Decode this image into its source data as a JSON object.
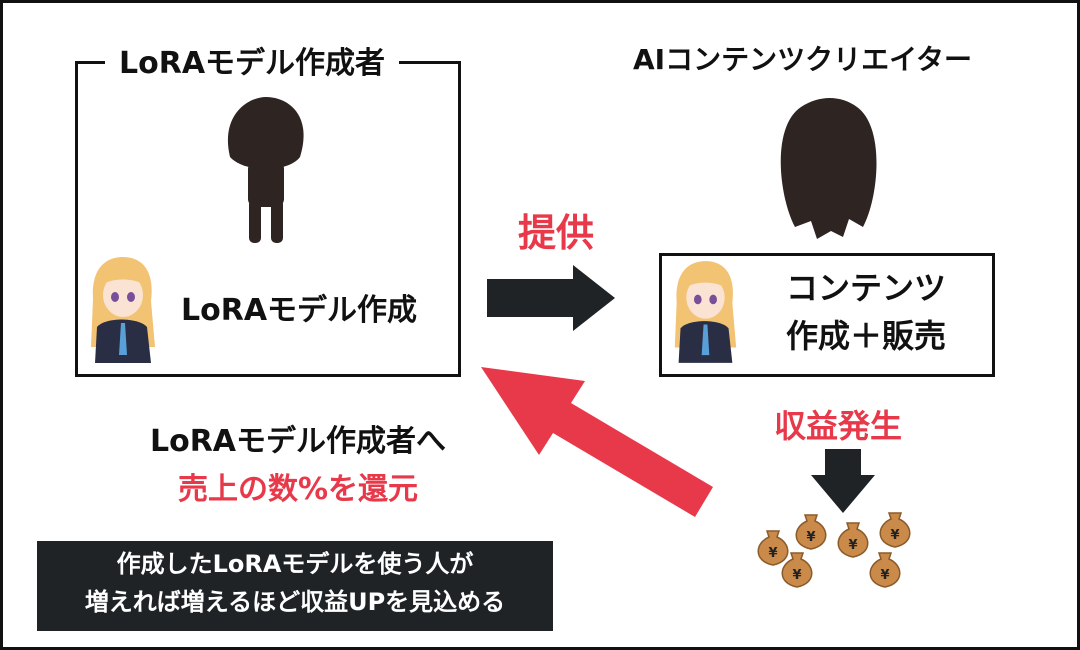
{
  "creator_box": {
    "title": "LoRAモデル作成者",
    "action": "LoRAモデル作成"
  },
  "content_creator": {
    "title": "AIコンテンツクリエイター",
    "line1": "コンテンツ",
    "line2": "作成＋販売"
  },
  "provide_label": "提供",
  "revenue_label": "収益発生",
  "return_text": {
    "line1": "LoRAモデル作成者へ",
    "line2": "売上の数%を還元"
  },
  "note": {
    "line1": "作成したLoRAモデルを使う人が",
    "line2": "増えれば増えるほど収益UPを見込める"
  },
  "icons": {
    "money_bag_symbol": "¥"
  },
  "colors": {
    "accent_red": "#e8394a",
    "dark": "#1f2326",
    "silhouette": "#2e2523",
    "bag": "#c98a4a"
  }
}
